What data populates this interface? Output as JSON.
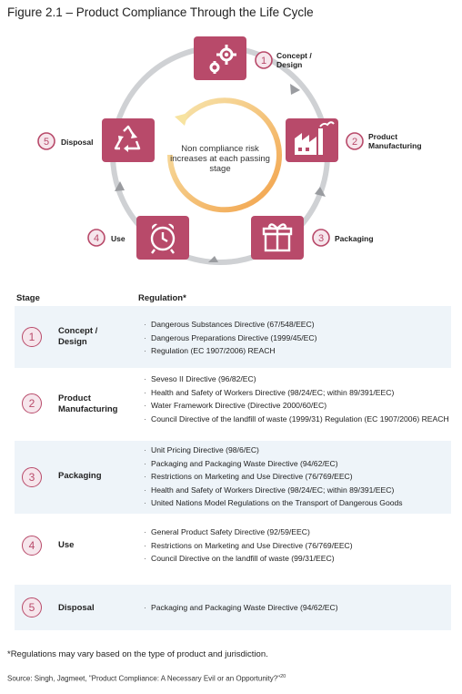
{
  "figure_title": "Figure 2.1 – Product Compliance Through the Life Cycle",
  "center_text": "Non compliance risk increases at each passing stage",
  "cycle_stages": [
    {
      "number": "1",
      "label": "Concept / Design",
      "icon": "gears-icon"
    },
    {
      "number": "2",
      "label": "Product Manufacturing",
      "icon": "factory-icon"
    },
    {
      "number": "3",
      "label": "Packaging",
      "icon": "gift-icon"
    },
    {
      "number": "4",
      "label": "Use",
      "icon": "alarm-clock-icon"
    },
    {
      "number": "5",
      "label": "Disposal",
      "icon": "recycle-icon"
    }
  ],
  "table": {
    "header_stage": "Stage",
    "header_regulation": "Regulation*",
    "rows": [
      {
        "number": "1",
        "stage": "Concept / Design",
        "regulations": [
          "Dangerous Substances Directive (67/548/EEC)",
          "Dangerous Preparations Directive (1999/45/EC)",
          "Regulation (EC 1907/2006) REACH"
        ]
      },
      {
        "number": "2",
        "stage": "Product Manufacturing",
        "regulations": [
          "Seveso II Directive (96/82/EC)",
          "Health and Safety of Workers Directive (98/24/EC; within 89/391/EEC)",
          "Water Framework Directive (Directive 2000/60/EC)",
          "Council Directive of the landfill of waste (1999/31) Regulation (EC 1907/2006) REACH"
        ]
      },
      {
        "number": "3",
        "stage": "Packaging",
        "regulations": [
          "Unit Pricing Directive (98/6/EC)",
          "Packaging and Packaging Waste Directive (94/62/EC)",
          "Restrictions on Marketing and Use Directive (76/769/EEC)",
          "Health and Safety of Workers Directive (98/24/EC; within 89/391/EEC)",
          "United Nations Model Regulations on the Transport of Dangerous Goods"
        ]
      },
      {
        "number": "4",
        "stage": "Use",
        "regulations": [
          "General Product Safety Directive (92/59/EEC)",
          "Restrictions on Marketing and Use Directive (76/769/EEC)",
          "Council Directive on the landfill of waste  (99/31/EEC)"
        ]
      },
      {
        "number": "5",
        "stage": "Disposal",
        "regulations": [
          "Packaging and Packaging Waste Directive (94/62/EC)"
        ]
      }
    ]
  },
  "footnote": "*Regulations may vary based on the type of product and jurisdiction.",
  "source": "Source: Singh, Jagmeet, \"Product Compliance: A Necessary Evil or an Opportunity?\"",
  "source_ref": "20",
  "colors": {
    "icon_tile": "#b84a6a",
    "badge_border": "#b84a6a",
    "cycle_ring": "#cfd1d4",
    "risk_arrow_start": "#f7e3a0",
    "risk_arrow_end": "#f2a24a",
    "row_shade": "#eef4f9"
  }
}
